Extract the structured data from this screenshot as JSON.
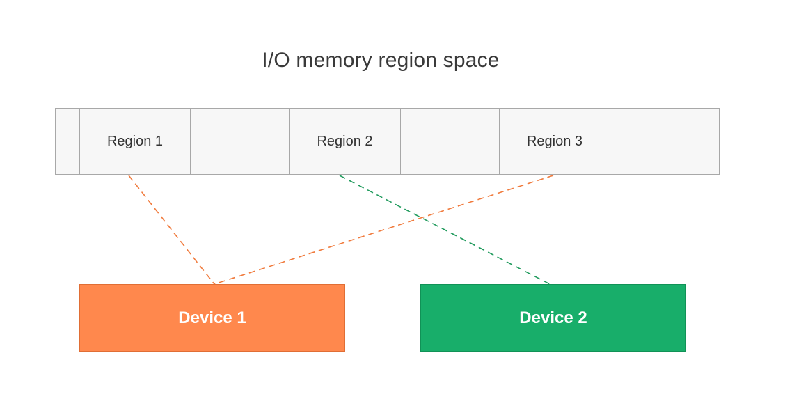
{
  "title": "I/O memory region space",
  "memory_space": {
    "segments": [
      {
        "label": ""
      },
      {
        "label": "Region 1"
      },
      {
        "label": ""
      },
      {
        "label": "Region 2"
      },
      {
        "label": ""
      },
      {
        "label": "Region 3"
      },
      {
        "label": ""
      }
    ]
  },
  "devices": [
    {
      "label": "Device 1",
      "color": "#ff884d"
    },
    {
      "label": "Device 2",
      "color": "#18ae6a"
    }
  ],
  "mappings": [
    {
      "region": "Region 1",
      "device": "Device 1",
      "color": "#f07a3c"
    },
    {
      "region": "Region 3",
      "device": "Device 1",
      "color": "#f07a3c"
    },
    {
      "region": "Region 2",
      "device": "Device 2",
      "color": "#1f9a5c"
    }
  ]
}
